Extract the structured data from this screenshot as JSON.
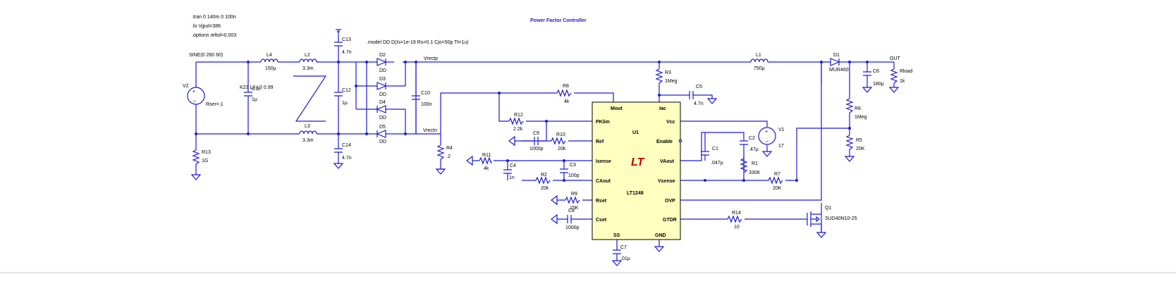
{
  "title": "Power Factor Controller",
  "directives": [
    ".tran 0 140m 0 100n",
    ".lo Vjput=386",
    ".options reltol=0.003"
  ],
  "model": ".model DD D(Is=1e-16 Rs=0.1 Cjo=50p Tt=1u)",
  "coupling": "K23 L2 L3 0.99",
  "source": {
    "name": "V2",
    "value": "SINE(0 260 60)",
    "rser": "Rser=.1"
  },
  "nets": {
    "vrectp": "Vrectp",
    "vrectn": "Vrectn",
    "out": "OUT"
  },
  "ic": {
    "name": "U1",
    "part": "LT1248",
    "logo": "LT",
    "pins_left": [
      "PKlim",
      "Ref",
      "Isense",
      "CAout",
      "Rset",
      "Cset"
    ],
    "pins_right": [
      "Vcc",
      "Enable",
      "VAout",
      "Vsense",
      "OVP",
      "GTDR"
    ],
    "pins_top": [
      "Mout",
      "Iac"
    ],
    "pins_bottom": [
      "SS",
      "GND"
    ]
  },
  "parts": {
    "L4": {
      "n": "L4",
      "v": "150µ"
    },
    "L2": {
      "n": "L2",
      "v": "3.3m"
    },
    "L3": {
      "n": "L3",
      "v": "3.3m"
    },
    "C11": {
      "n": "C11",
      "v": "1µ"
    },
    "C13": {
      "n": "C13",
      "v": "4.7n"
    },
    "C12": {
      "n": "C12",
      "v": "1µ"
    },
    "C14": {
      "n": "C14",
      "v": "4.7n"
    },
    "R13": {
      "n": "R13",
      "v": "1G"
    },
    "D2": {
      "n": "D2",
      "v": "DD"
    },
    "D3": {
      "n": "D3",
      "v": "DD"
    },
    "D4": {
      "n": "D4",
      "v": "DD"
    },
    "D5": {
      "n": "D5",
      "v": "DD"
    },
    "C10": {
      "n": "C10",
      "v": "100n"
    },
    "R4": {
      "n": "R4",
      "v": ".2"
    },
    "R8": {
      "n": "R8",
      "v": "4k"
    },
    "R12": {
      "n": "R12",
      "v": "2.2k"
    },
    "C9": {
      "n": "C9",
      "v": "1000p"
    },
    "R10": {
      "n": "R10",
      "v": "20k"
    },
    "R11": {
      "n": "R11",
      "v": "4k"
    },
    "C4": {
      "n": "C4",
      "v": "1n"
    },
    "C3": {
      "n": "C3",
      "v": "100p"
    },
    "R2": {
      "n": "R2",
      "v": "20k"
    },
    "R9": {
      "n": "R9",
      "v": "15K"
    },
    "C8": {
      "n": "C8",
      "v": "1000p"
    },
    "C7": {
      "n": "C7",
      "v": ".01µ"
    },
    "R3": {
      "n": "R3",
      "v": "1Meg"
    },
    "C5": {
      "n": "C5",
      "v": "4.7n"
    },
    "L1": {
      "n": "L1",
      "v": "750µ"
    },
    "D1": {
      "n": "D1",
      "v": "MUR460"
    },
    "C6": {
      "n": "C6",
      "v": "180µ"
    },
    "Rload": {
      "n": "Rload",
      "v": "1k"
    },
    "R6": {
      "n": "R6",
      "v": "1Meg"
    },
    "R5": {
      "n": "R5",
      "v": "20K"
    },
    "V1": {
      "n": "V1",
      "v": "17"
    },
    "C1": {
      "n": "C1",
      "v": ".047µ"
    },
    "C2": {
      "n": "C2",
      "v": ".47µ"
    },
    "R1": {
      "n": "R1",
      "v": "330K"
    },
    "R7": {
      "n": "R7",
      "v": "20K"
    },
    "R14": {
      "n": "R14",
      "v": "10"
    },
    "Q1": {
      "n": "Q1",
      "v": "SUD40N10-25"
    }
  },
  "colors": {
    "wire": "#1c1cd6",
    "ic_fill": "#ffffc0",
    "background": "#ffffff"
  }
}
